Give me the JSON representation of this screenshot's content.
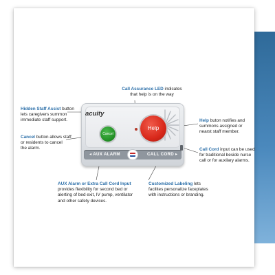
{
  "device": {
    "brand": "acuity",
    "help_label": "Help",
    "cancel_label": "Cancel",
    "aux_label": "AUX ALARM",
    "cord_label": "CALL CORD"
  },
  "callouts": {
    "led": {
      "head": "Call Assurance LED",
      "body_1": " indicates",
      "body_2": "that help is on the way"
    },
    "hidden": {
      "head": "Hidden Staff Assist",
      "body_1": " button",
      "body_2": "lets caregivers summon",
      "body_3": "immediate staff support."
    },
    "help": {
      "head": "Help",
      "body_1": " buton notifies and",
      "body_2": "summons assigned or",
      "body_3": "nearst staff member."
    },
    "cancel": {
      "head": "Cancel",
      "body_1": " button allows staff",
      "body_2": "or residents to cancel",
      "body_3": "the alarm."
    },
    "cord": {
      "head": "Call Cord",
      "body_1": " input can be used",
      "body_2": "for traditional beside nurse",
      "body_3": "call or for auxilary alarms."
    },
    "aux": {
      "head": "AUX Alarm or Extra Call Cord Input",
      "body_1": "provides flexibility for second bed or",
      "body_2": "alerting of bed exit, IV pump, ventilator",
      "body_3": "and other safety devices."
    },
    "label": {
      "head": "Customized Labeling",
      "body_1": " lets",
      "body_2": "facilites personalize faceplates",
      "body_3": "with instructions or branding."
    }
  },
  "colors": {
    "accent": "#2a6ea8",
    "help_button": "#d8281a",
    "cancel_button": "#239026",
    "blue_panel": "#3f7fb4"
  }
}
